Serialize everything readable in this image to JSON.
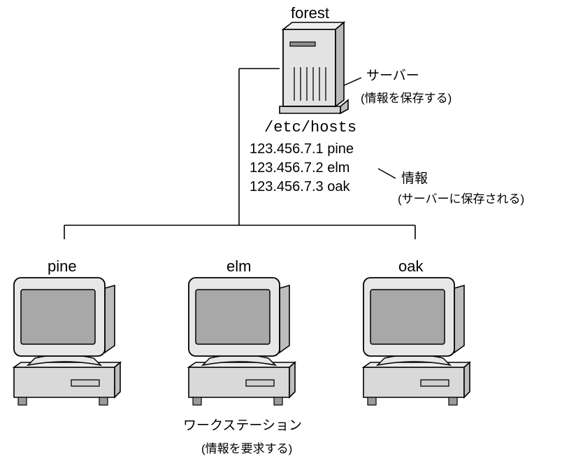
{
  "server": {
    "name": "forest",
    "role_label": "サーバー",
    "role_note": "(情報を保存する)",
    "file_path": "/etc/hosts",
    "entries": [
      "123.456.7.1 pine",
      "123.456.7.2 elm",
      "123.456.7.3 oak"
    ],
    "info_label": "情報",
    "info_note": "(サーバーに保存される)"
  },
  "workstations": {
    "names": [
      "pine",
      "elm",
      "oak"
    ],
    "role_label": "ワークステーション",
    "role_note": "(情報を要求する)"
  }
}
